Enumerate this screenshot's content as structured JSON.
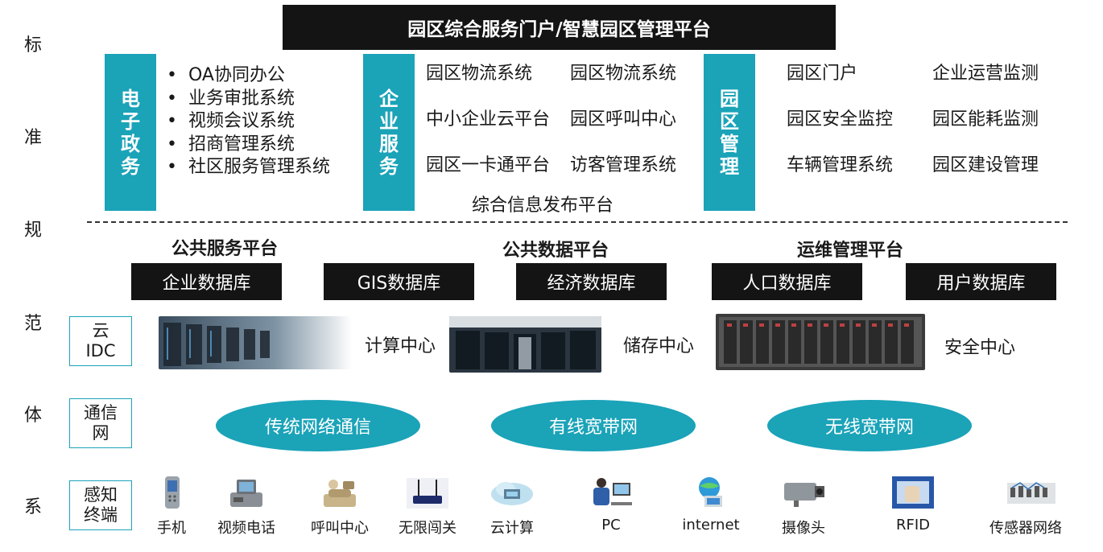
{
  "side_title": [
    "标",
    "准",
    "规",
    "范",
    "体",
    "系"
  ],
  "portal_title": "园区综合服务门户/智慧园区管理平台",
  "blocks": {
    "egov": {
      "label": "电子政务",
      "items": [
        "OA协同办公",
        "业务审批系统",
        "视频会议系统",
        "招商管理系统",
        "社区服务管理系统"
      ]
    },
    "enterprise": {
      "label": "企业服务",
      "col1": [
        "园区物流系统",
        "中小企业云平台",
        "园区一卡通平台"
      ],
      "col2": [
        "园区物流系统",
        "园区呼叫中心",
        "访客管理系统"
      ],
      "footer": "综合信息发布平台"
    },
    "park": {
      "label": "园区管理",
      "col1": [
        "园区门户",
        "园区安全监控",
        "车辆管理系统"
      ],
      "col2": [
        "企业运营监测",
        "园区能耗监测",
        "园区建设管理"
      ]
    }
  },
  "platforms": [
    "公共服务平台",
    "公共数据平台",
    "运维管理平台"
  ],
  "databases": [
    "企业数据库",
    "GIS数据库",
    "经济数据库",
    "人口数据库",
    "用户数据库"
  ],
  "rows": {
    "idc": {
      "label": "云\nIDC",
      "centers": [
        "计算中心",
        "储存中心",
        "安全中心"
      ]
    },
    "comm": {
      "label": "通信\n网",
      "networks": [
        "传统网络通信",
        "有线宽带网",
        "无线宽带网"
      ]
    },
    "sense": {
      "label": "感知\n终端",
      "devices": [
        {
          "label": "手机",
          "icon": "mobile-phone-icon"
        },
        {
          "label": "视频电话",
          "icon": "video-phone-icon"
        },
        {
          "label": "呼叫中心",
          "icon": "call-center-icon"
        },
        {
          "label": "无限闯关",
          "icon": "wireless-router-icon"
        },
        {
          "label": "云计算",
          "icon": "cloud-computing-icon"
        },
        {
          "label": "PC",
          "icon": "pc-user-icon"
        },
        {
          "label": "internet",
          "icon": "globe-computer-icon"
        },
        {
          "label": "摄像头",
          "icon": "camera-icon"
        },
        {
          "label": "RFID",
          "icon": "rfid-card-icon"
        },
        {
          "label": "传感器网络",
          "icon": "sensor-network-icon"
        }
      ]
    }
  },
  "colors": {
    "accent": "#1ba3b8",
    "dark": "#141414"
  }
}
